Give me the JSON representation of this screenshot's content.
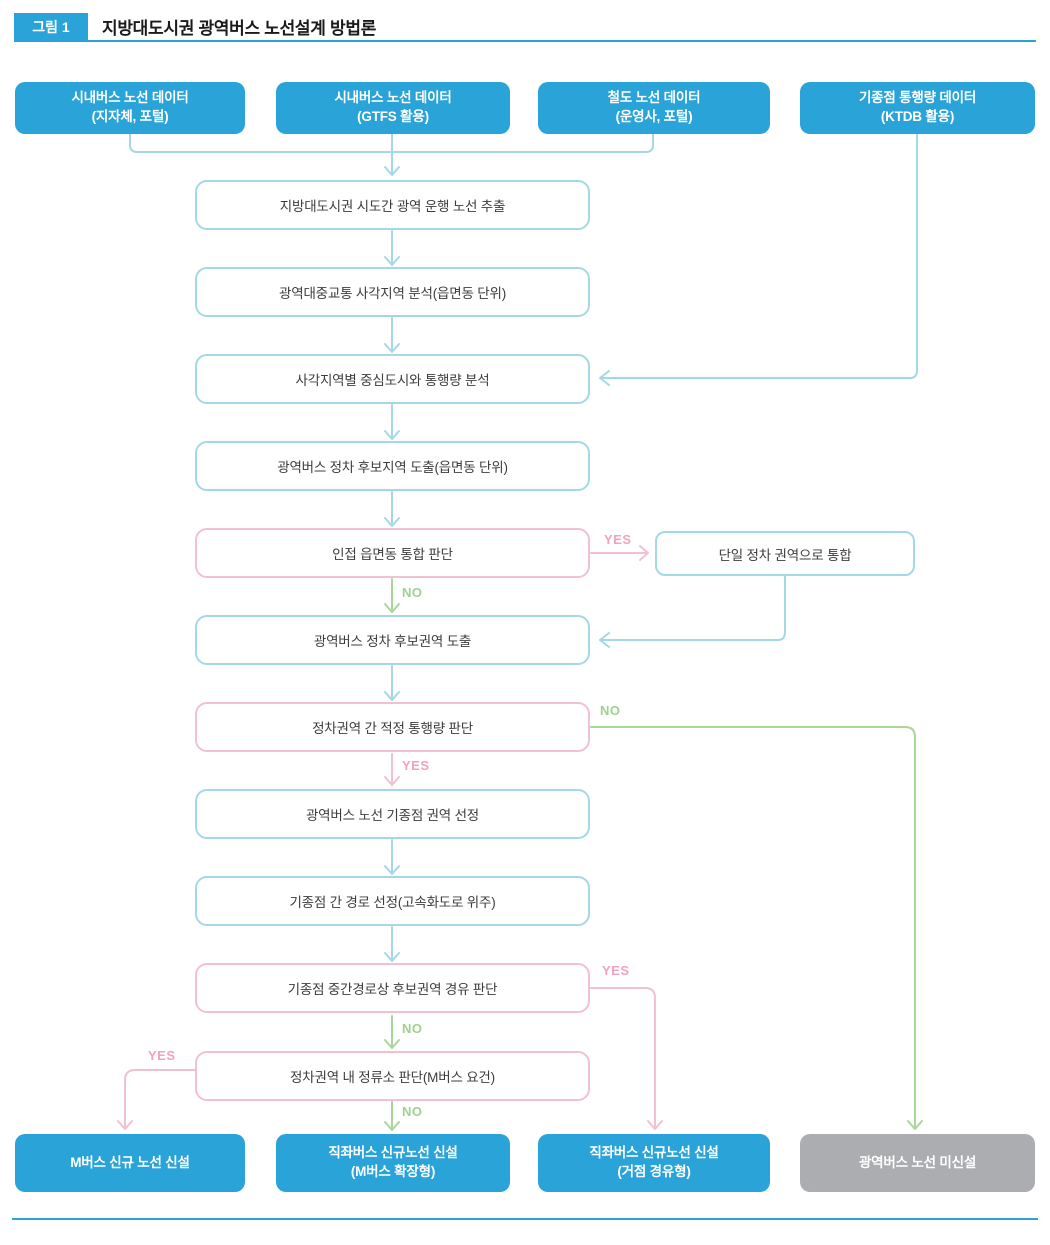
{
  "header": {
    "badge": "그림 1",
    "title": "지방대도시권 광역버스 노선설계 방법론"
  },
  "colors": {
    "blue": "#29A3D8",
    "gray": "#ABADB0",
    "teal": "#A4D8E7",
    "pink": "#F1C0D1",
    "green": "#A8D79B"
  },
  "labels": {
    "yes": "YES",
    "no": "NO"
  },
  "sources": [
    {
      "line1": "시내버스 노선 데이터",
      "line2": "(지자체, 포털)"
    },
    {
      "line1": "시내버스 노선 데이터",
      "line2": "(GTFS 활용)"
    },
    {
      "line1": "철도 노선 데이터",
      "line2": "(운영사, 포털)"
    },
    {
      "line1": "기종점 통행량 데이터",
      "line2": "(KTDB 활용)"
    }
  ],
  "steps": [
    {
      "text": "지방대도시권 시도간 광역 운행 노선 추출",
      "type": "process"
    },
    {
      "text": "광역대중교통 사각지역 분석(읍면동 단위)",
      "type": "process"
    },
    {
      "text": "사각지역별 중심도시와 통행량 분석",
      "type": "process"
    },
    {
      "text": "광역버스 정차 후보지역 도출(읍면동 단위)",
      "type": "process"
    },
    {
      "text": "인접 읍면동 통합 판단",
      "type": "decision"
    },
    {
      "text": "광역버스 정차 후보권역 도출",
      "type": "process"
    },
    {
      "text": "정차권역 간 적정 통행량 판단",
      "type": "decision"
    },
    {
      "text": "광역버스 노선 기종점 권역 선정",
      "type": "process"
    },
    {
      "text": "기종점 간 경로 선정(고속화도로 위주)",
      "type": "process"
    },
    {
      "text": "기종점 중간경로상 후보권역 경유 판단",
      "type": "decision"
    },
    {
      "text": "정차권역 내 정류소 판단(M버스 요건)",
      "type": "decision"
    }
  ],
  "side_box": {
    "text": "단일 정차 권역으로 통합"
  },
  "outcomes": [
    {
      "line1": "M버스 신규 노선 신설",
      "line2": ""
    },
    {
      "line1": "직좌버스 신규노선 신설",
      "line2": "(M버스 확장형)"
    },
    {
      "line1": "직좌버스 신규노선 신설",
      "line2": "(거점 경유형)"
    },
    {
      "line1": "광역버스 노선 미신설",
      "line2": ""
    }
  ]
}
